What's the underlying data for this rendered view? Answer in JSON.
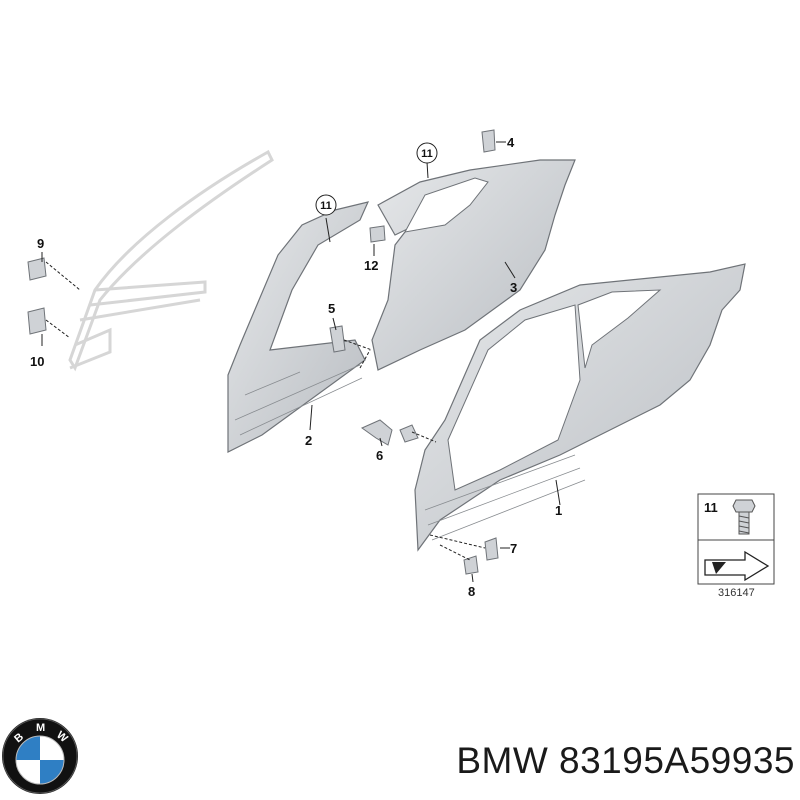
{
  "diagram": {
    "callouts": {
      "p1": "1",
      "p2": "2",
      "p3": "3",
      "p4": "4",
      "p5": "5",
      "p6": "6",
      "p7": "7",
      "p8": "8",
      "p9": "9",
      "p10": "10",
      "p11a": "11",
      "p11b": "11",
      "p12": "12"
    },
    "legend_box": {
      "number": "11",
      "ref_code": "316147"
    }
  },
  "caption": {
    "brand": "BMW",
    "part_number": "83195A59935"
  },
  "logo": {
    "brand": "BMW",
    "colors": {
      "blue": "#2f7fc4",
      "white": "#ffffff",
      "ring": "#111111"
    }
  },
  "colors": {
    "panel_fill": "#d3d6da",
    "panel_stroke": "#6f7378",
    "ghost_stroke": "#d8d8d8"
  }
}
